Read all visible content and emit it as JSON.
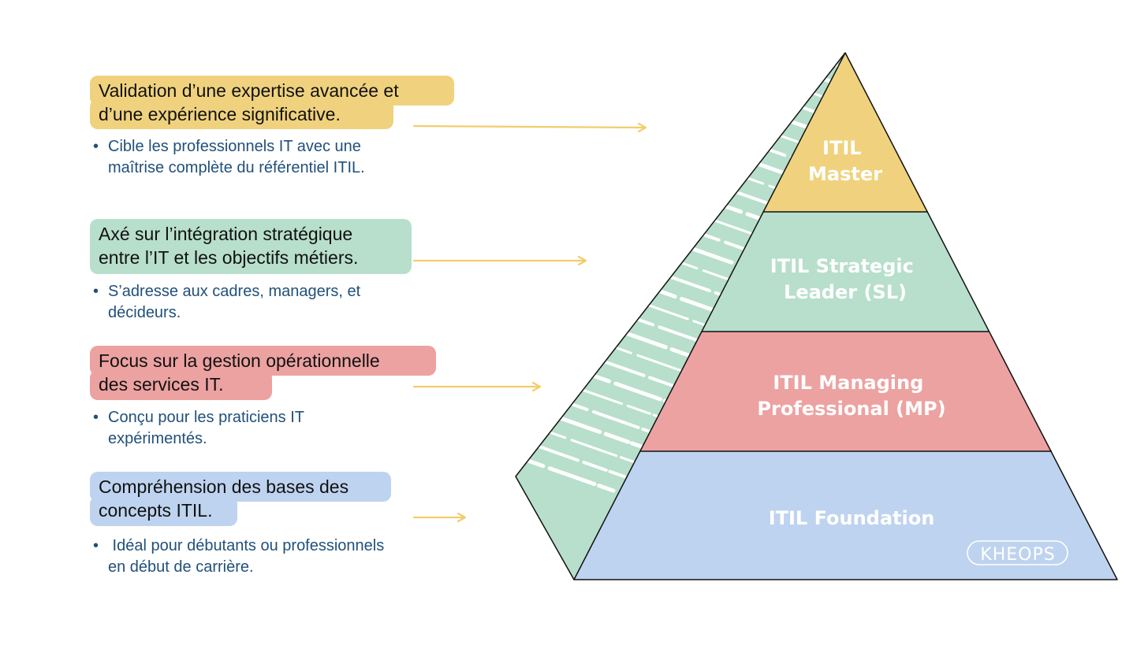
{
  "colors": {
    "master": "#f0d27e",
    "strategic": "#b7dfcc",
    "managing": "#eca2a1",
    "foundation": "#bed3ef",
    "arrow": "#f2cd6a",
    "bullet_text": "#21507a"
  },
  "levels": [
    {
      "id": "master",
      "headline": [
        "Validation d’une expertise avancée et",
        "d’une expérience significative."
      ],
      "bullet": [
        "Cible les professionnels IT avec une",
        "maîtrise complète du référentiel ITIL."
      ],
      "tier": [
        "ITIL",
        "Master"
      ]
    },
    {
      "id": "strategic",
      "headline": [
        "Axé sur l’intégration stratégique",
        "entre l’IT et les objectifs métiers."
      ],
      "bullet": [
        "S’adresse aux cadres, managers, et",
        "décideurs."
      ],
      "tier": [
        "ITIL Strategic",
        "Leader (SL)"
      ]
    },
    {
      "id": "managing",
      "headline": [
        "Focus sur la gestion opérationnelle",
        "des services IT."
      ],
      "bullet": [
        "Conçu pour les praticiens IT",
        "expérimentés."
      ],
      "tier": [
        "ITIL Managing",
        "Professional (MP)"
      ]
    },
    {
      "id": "foundation",
      "headline": [
        "Compréhension des bases des",
        "concepts ITIL."
      ],
      "bullet": [
        " Idéal pour débutants ou professionnels",
        "en début de carrière."
      ],
      "tier": [
        "ITIL Foundation"
      ]
    }
  ],
  "bullet_symbol": "•",
  "logo": "KHEOPS"
}
